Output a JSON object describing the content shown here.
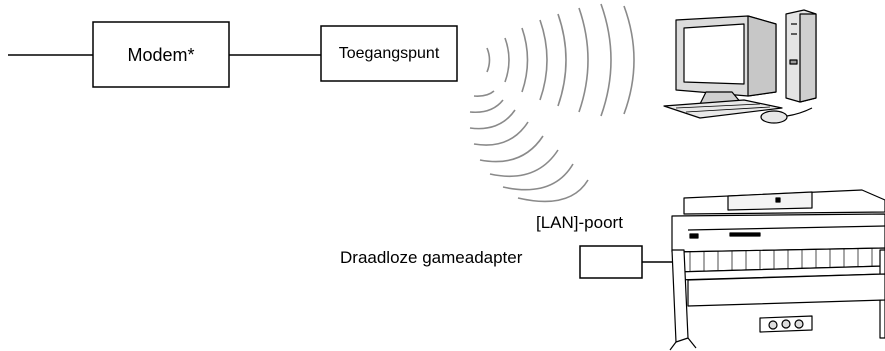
{
  "diagram": {
    "modem_label": "Modem*",
    "access_point_label": "Toegangspunt",
    "lan_port_label": "[LAN]-poort",
    "adapter_label": "Draadloze gameadapter"
  },
  "icons": {
    "computer": "desktop-computer-icon",
    "piano": "digital-piano-icon",
    "wireless_upper": "wireless-signal-icon",
    "wireless_lower": "wireless-signal-icon"
  }
}
